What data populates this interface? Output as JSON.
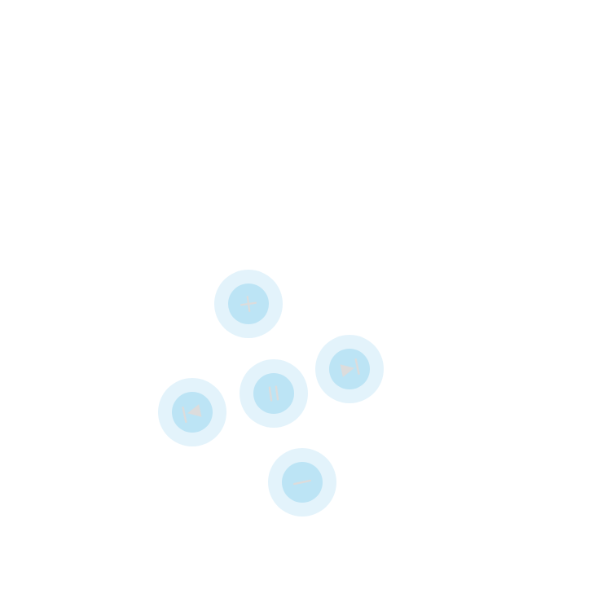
{
  "colors": {
    "background": "#ffffff",
    "button_halo": "#e3f3fb",
    "button_core": "#bce4f5",
    "icon": "#dcdcdc"
  },
  "controls": [
    {
      "id": "zoom-in",
      "icon": "plus-icon"
    },
    {
      "id": "pause",
      "icon": "pause-icon"
    },
    {
      "id": "next",
      "icon": "skip-forward-icon"
    },
    {
      "id": "previous",
      "icon": "skip-back-icon"
    },
    {
      "id": "zoom-out",
      "icon": "minus-icon"
    }
  ]
}
